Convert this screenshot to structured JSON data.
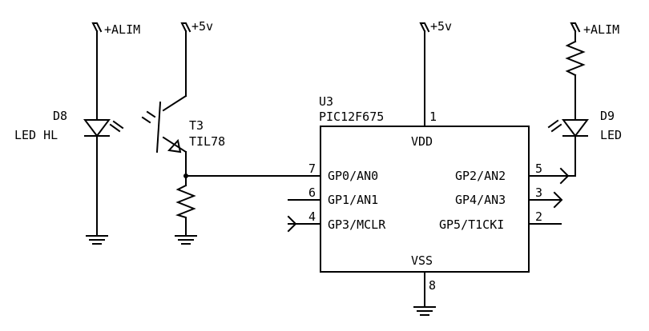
{
  "supplies": {
    "alim_left": "+ALIM",
    "vcc_t3": "+5v",
    "vdd_ic": "+5v",
    "alim_right": "+ALIM"
  },
  "led_left": {
    "ref": "D8",
    "value": "LED HL"
  },
  "led_right": {
    "ref": "D9",
    "value": "LED"
  },
  "phototransistor": {
    "ref": "T3",
    "value": "TIL78"
  },
  "ic": {
    "ref": "U3",
    "part": "PIC12F675",
    "vdd_label": "VDD",
    "vss_label": "VSS",
    "vdd_pin": "1",
    "vss_pin": "8",
    "pins": [
      {
        "number": "7",
        "name": "GP0/AN0"
      },
      {
        "number": "6",
        "name": "GP1/AN1"
      },
      {
        "number": "4",
        "name": "GP3/MCLR"
      },
      {
        "number": "5",
        "name": "GP2/AN2"
      },
      {
        "number": "3",
        "name": "GP4/AN3"
      },
      {
        "number": "2",
        "name": "GP5/T1CKI"
      }
    ]
  }
}
